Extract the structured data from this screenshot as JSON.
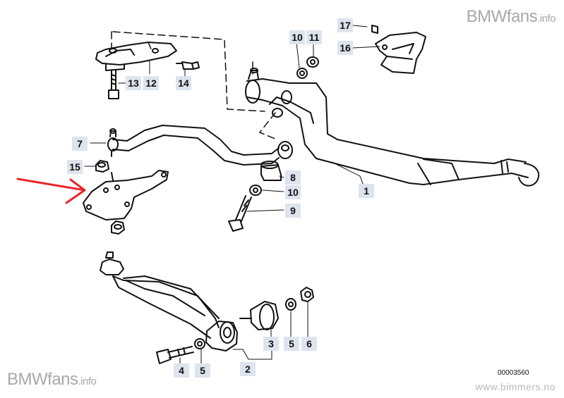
{
  "watermark_top": {
    "brand": "BMWfans",
    "suffix": ".info"
  },
  "watermark_bottom": {
    "brand": "BMWfans",
    "suffix": ".info"
  },
  "site_url": "www.bimmers.no",
  "diagram_code": "00003560",
  "arrow_color": "#e8262b",
  "callout_color": "#dde4ee",
  "callouts": {
    "c1": "1",
    "c2": "2",
    "c3": "3",
    "c4": "4",
    "c5a": "5",
    "c5b": "5",
    "c6": "6",
    "c7": "7",
    "c8": "8",
    "c9": "9",
    "c10a": "10",
    "c10b": "10",
    "c11": "11",
    "c12": "12",
    "c13": "13",
    "c14": "14",
    "c15": "15",
    "c16": "16",
    "c17": "17"
  }
}
